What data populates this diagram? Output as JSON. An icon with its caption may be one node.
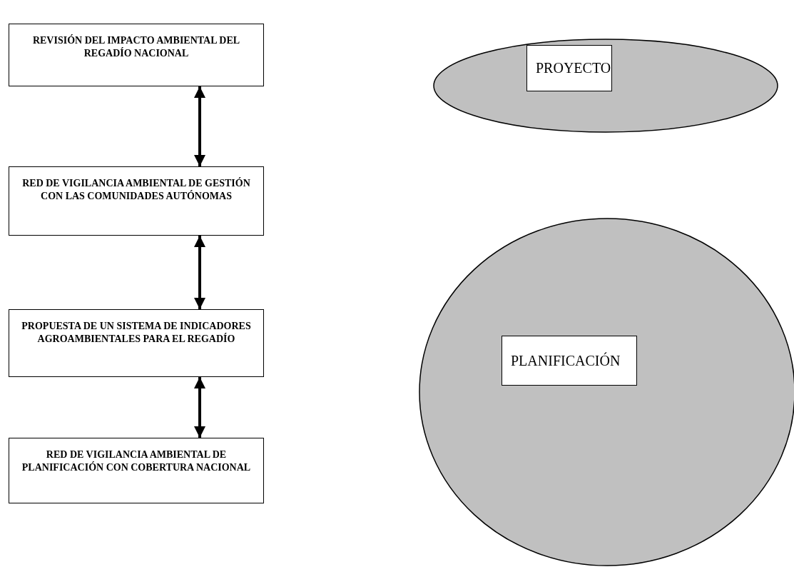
{
  "diagram": {
    "nodes": [
      {
        "text": [
          "REVISIÓN DEL IMPACTO AMBIENTAL DEL REGADÍO NACIONAL"
        ]
      },
      {
        "text": [
          "RED DE VIGILANCIA AMBIENTAL DE GESTIÓN CON LAS COMUNIDADES AUTÓNOMAS"
        ]
      },
      {
        "text": [
          "PROPUESTA DE UN SISTEMA DE INDICADORES AGROAMBIENTALES PARA EL REGADÍO"
        ]
      },
      {
        "text": [
          "RED DE VIGILANCIA AMBIENTAL DE PLANIFICACIÓN CON COBERTURA NACIONAL"
        ]
      },
      {
        "text": [],
        "shape": "ellipse"
      },
      {
        "text": [
          "PROYECTO"
        ],
        "in": 4
      },
      {
        "text": [],
        "shape": "circle"
      },
      {
        "text": [
          "PLANIFICACIÓN"
        ],
        "in": 6
      }
    ],
    "edges": [
      {
        "from": 0,
        "to": 1,
        "arrow": "both"
      },
      {
        "from": 1,
        "to": 2,
        "arrow": "both"
      },
      {
        "from": 2,
        "to": 3,
        "arrow": "both"
      }
    ]
  }
}
